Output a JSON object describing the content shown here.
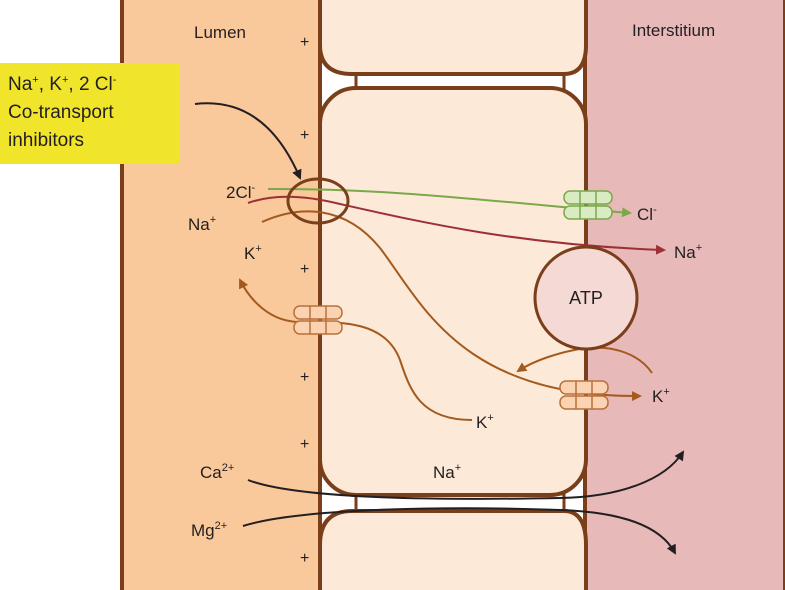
{
  "regions": {
    "lumen": "Lumen",
    "interstitium": "Interstitium"
  },
  "callout": {
    "line1_a": "Na",
    "line1_sup1": "+",
    "line1_b": ", K",
    "line1_sup2": "+",
    "line1_c": ", 2 Cl",
    "line1_sup3": "-",
    "line2": "Co-transport",
    "line3": "inhibitors"
  },
  "ions": {
    "cl_left": "2Cl",
    "cl_left_sup": "-",
    "na_left": "Na",
    "na_left_sup": "+",
    "k_left": "K",
    "k_left_sup": "+",
    "cl_right": "Cl",
    "cl_right_sup": "-",
    "na_right": "Na",
    "na_right_sup": "+",
    "k_right": "K",
    "k_right_sup": "+",
    "k_cell": "K",
    "k_cell_sup": "+",
    "na_junction": "Na",
    "na_junction_sup": "+",
    "ca": "Ca",
    "ca_sup": "2+",
    "mg": "Mg",
    "mg_sup": "2+"
  },
  "pump": {
    "label": "ATP"
  },
  "charge_sign": "+",
  "colors": {
    "lumen": "#f9c89b",
    "cell": "#fde9d8",
    "interstitium": "#e8b9b9",
    "membrane": "#7a3e1a",
    "callout": "#f0e52b",
    "cl_path": "#7aa84a",
    "na_path": "#9c3036",
    "k_path": "#a35a1e",
    "divalent_path": "#231f20"
  }
}
